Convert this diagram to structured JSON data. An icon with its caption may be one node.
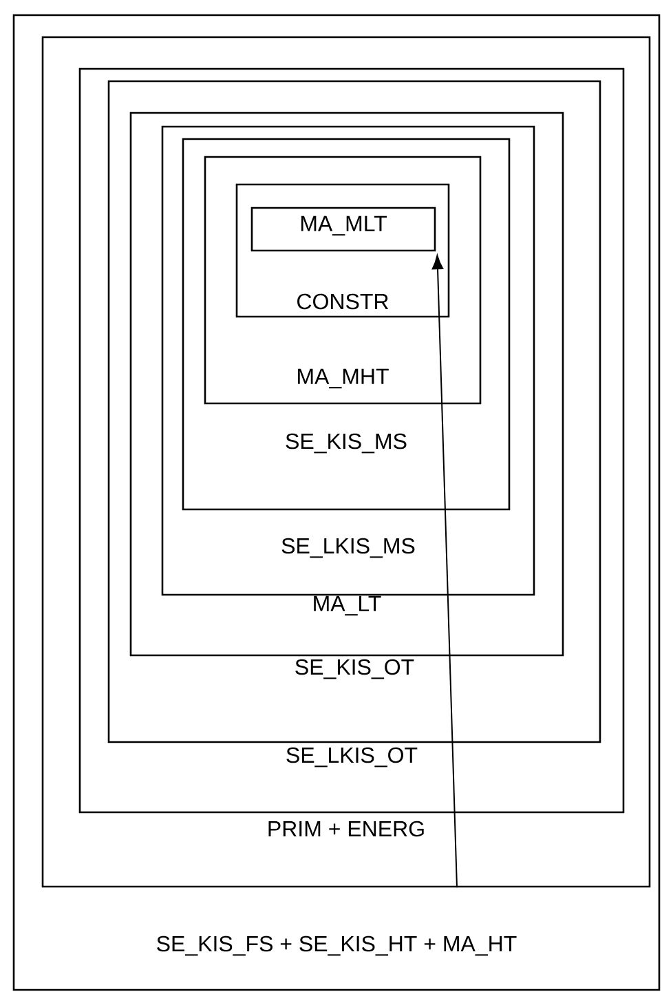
{
  "diagram": {
    "nodes": [
      {
        "text": [
          "SE_KIS_FS + SE_KIS_HT + MA_HT"
        ]
      },
      {
        "text": [
          "PRIM + ENERG"
        ],
        "in": 0
      },
      {
        "text": [
          "SE_LKIS_OT"
        ],
        "in": 1
      },
      {
        "text": [
          "SE_KIS_OT"
        ],
        "in": 2
      },
      {
        "text": [
          "MA_LT"
        ],
        "in": 3
      },
      {
        "text": [
          "SE_LKIS_MS"
        ],
        "in": 4
      },
      {
        "text": [
          "SE_KIS_MS"
        ],
        "in": 5
      },
      {
        "text": [
          "MA_MHT"
        ],
        "in": 6
      },
      {
        "text": [
          "CONSTR"
        ],
        "in": 7
      },
      {
        "text": [
          "MA_MLT"
        ],
        "in": 8
      }
    ],
    "edges": [
      {
        "from": 1,
        "to": 9,
        "arrow": "to"
      }
    ]
  }
}
